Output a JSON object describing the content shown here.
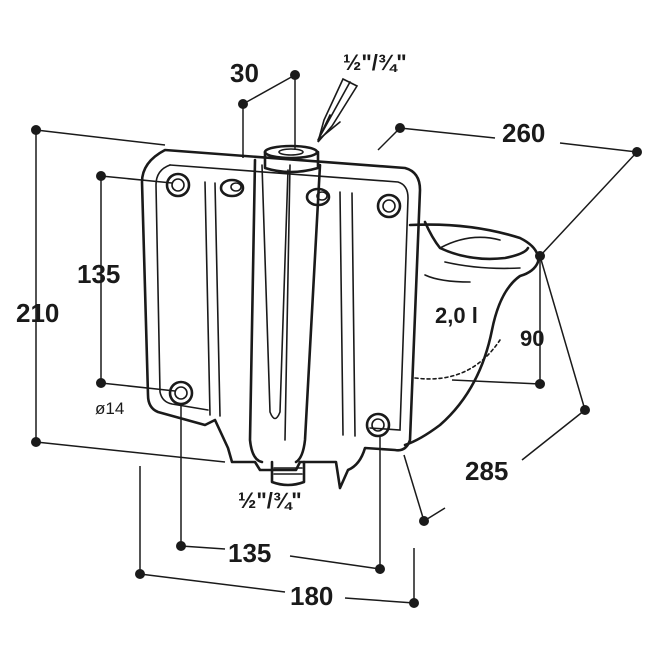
{
  "dimensions": {
    "width_180": "180",
    "hole_spacing_135_h": "135",
    "hole_spacing_135_v": "135",
    "height_210": "210",
    "width_30": "30",
    "depth_260": "260",
    "depth_285": "285",
    "height_90": "90",
    "hole_diameter": "ø14",
    "pipe_top": "½\"/¾\"",
    "pipe_bottom": "½\"/¾\""
  },
  "capacity": "2,0 l"
}
